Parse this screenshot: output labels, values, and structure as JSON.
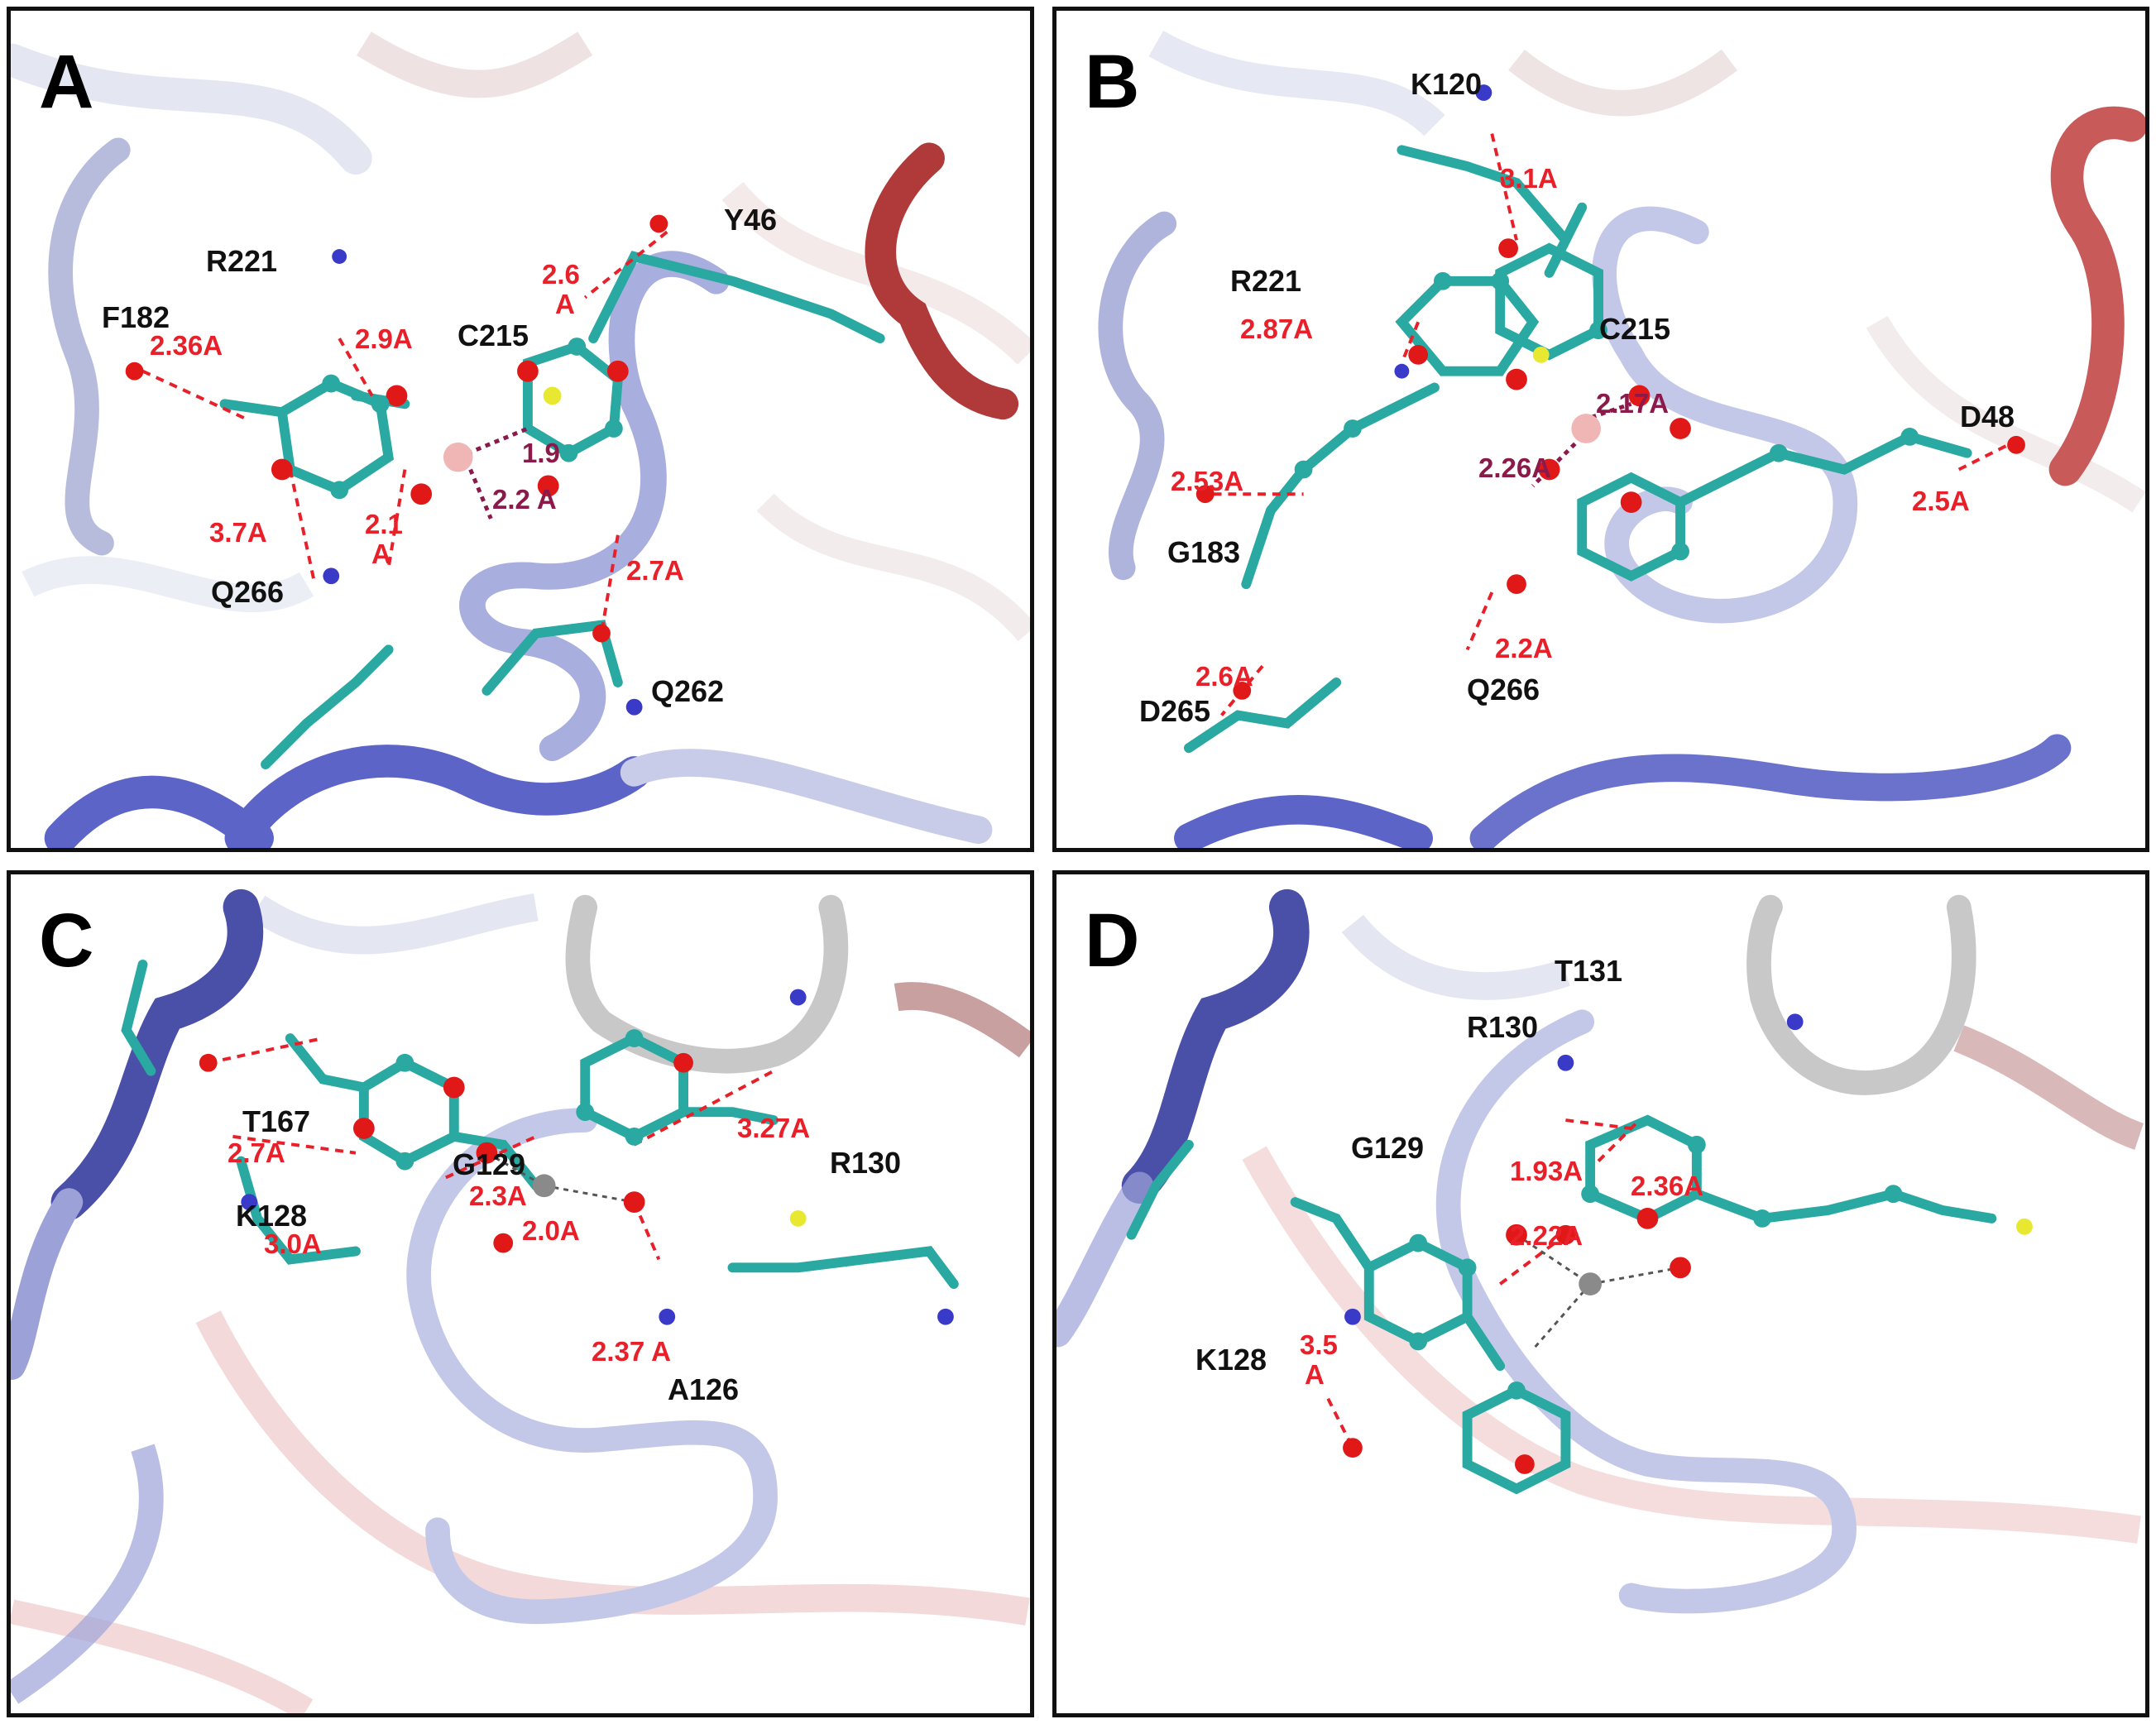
{
  "colors": {
    "distance_red": "#e8202a",
    "distance_maroon": "#8b1a4a",
    "carbon": "#2aa8a2",
    "oxygen": "#e01818",
    "nitrogen": "#3a3ac8",
    "hydrogen": "#e6e6e6",
    "sulfur": "#e8e830",
    "metal": "#f0b6b6",
    "ribbon_blue": "#5860c8",
    "ribbon_pale": "#c4c8e8",
    "ribbon_red": "#c85050",
    "ribbon_white": "#dcdcdc",
    "frame": "#111111"
  },
  "panels": {
    "A": {
      "label": "A",
      "residues": [
        "R221",
        "F182",
        "C215",
        "Y46",
        "Q266",
        "Q262"
      ],
      "distances_red": [
        "2.36A",
        "2.9A",
        "2.6",
        "A",
        "3.7A",
        "2.1",
        "A",
        "2.7A"
      ],
      "distances_maroon": [
        "1.9",
        "2.2 A"
      ]
    },
    "B": {
      "label": "B",
      "residues": [
        "K120",
        "R221",
        "C215",
        "D48",
        "G183",
        "D265",
        "Q266"
      ],
      "distances_red": [
        "3.1A",
        "2.87A",
        "2.53A",
        "2.5A",
        "2.2A",
        "2.6A"
      ],
      "distances_maroon": [
        "2.17A",
        "2.26A"
      ]
    },
    "C": {
      "label": "C",
      "residues": [
        "T167",
        "G129",
        "K128",
        "R130",
        "A126"
      ],
      "distances_red": [
        "2.7A",
        "2.3A",
        "3.0A",
        "2.0A",
        "3.27A",
        "2.37 A"
      ]
    },
    "D": {
      "label": "D",
      "residues": [
        "T131",
        "R130",
        "G129",
        "K128"
      ],
      "distances_red": [
        "1.93A",
        "2.36A",
        "2.22A",
        "3.5",
        "A"
      ]
    }
  }
}
